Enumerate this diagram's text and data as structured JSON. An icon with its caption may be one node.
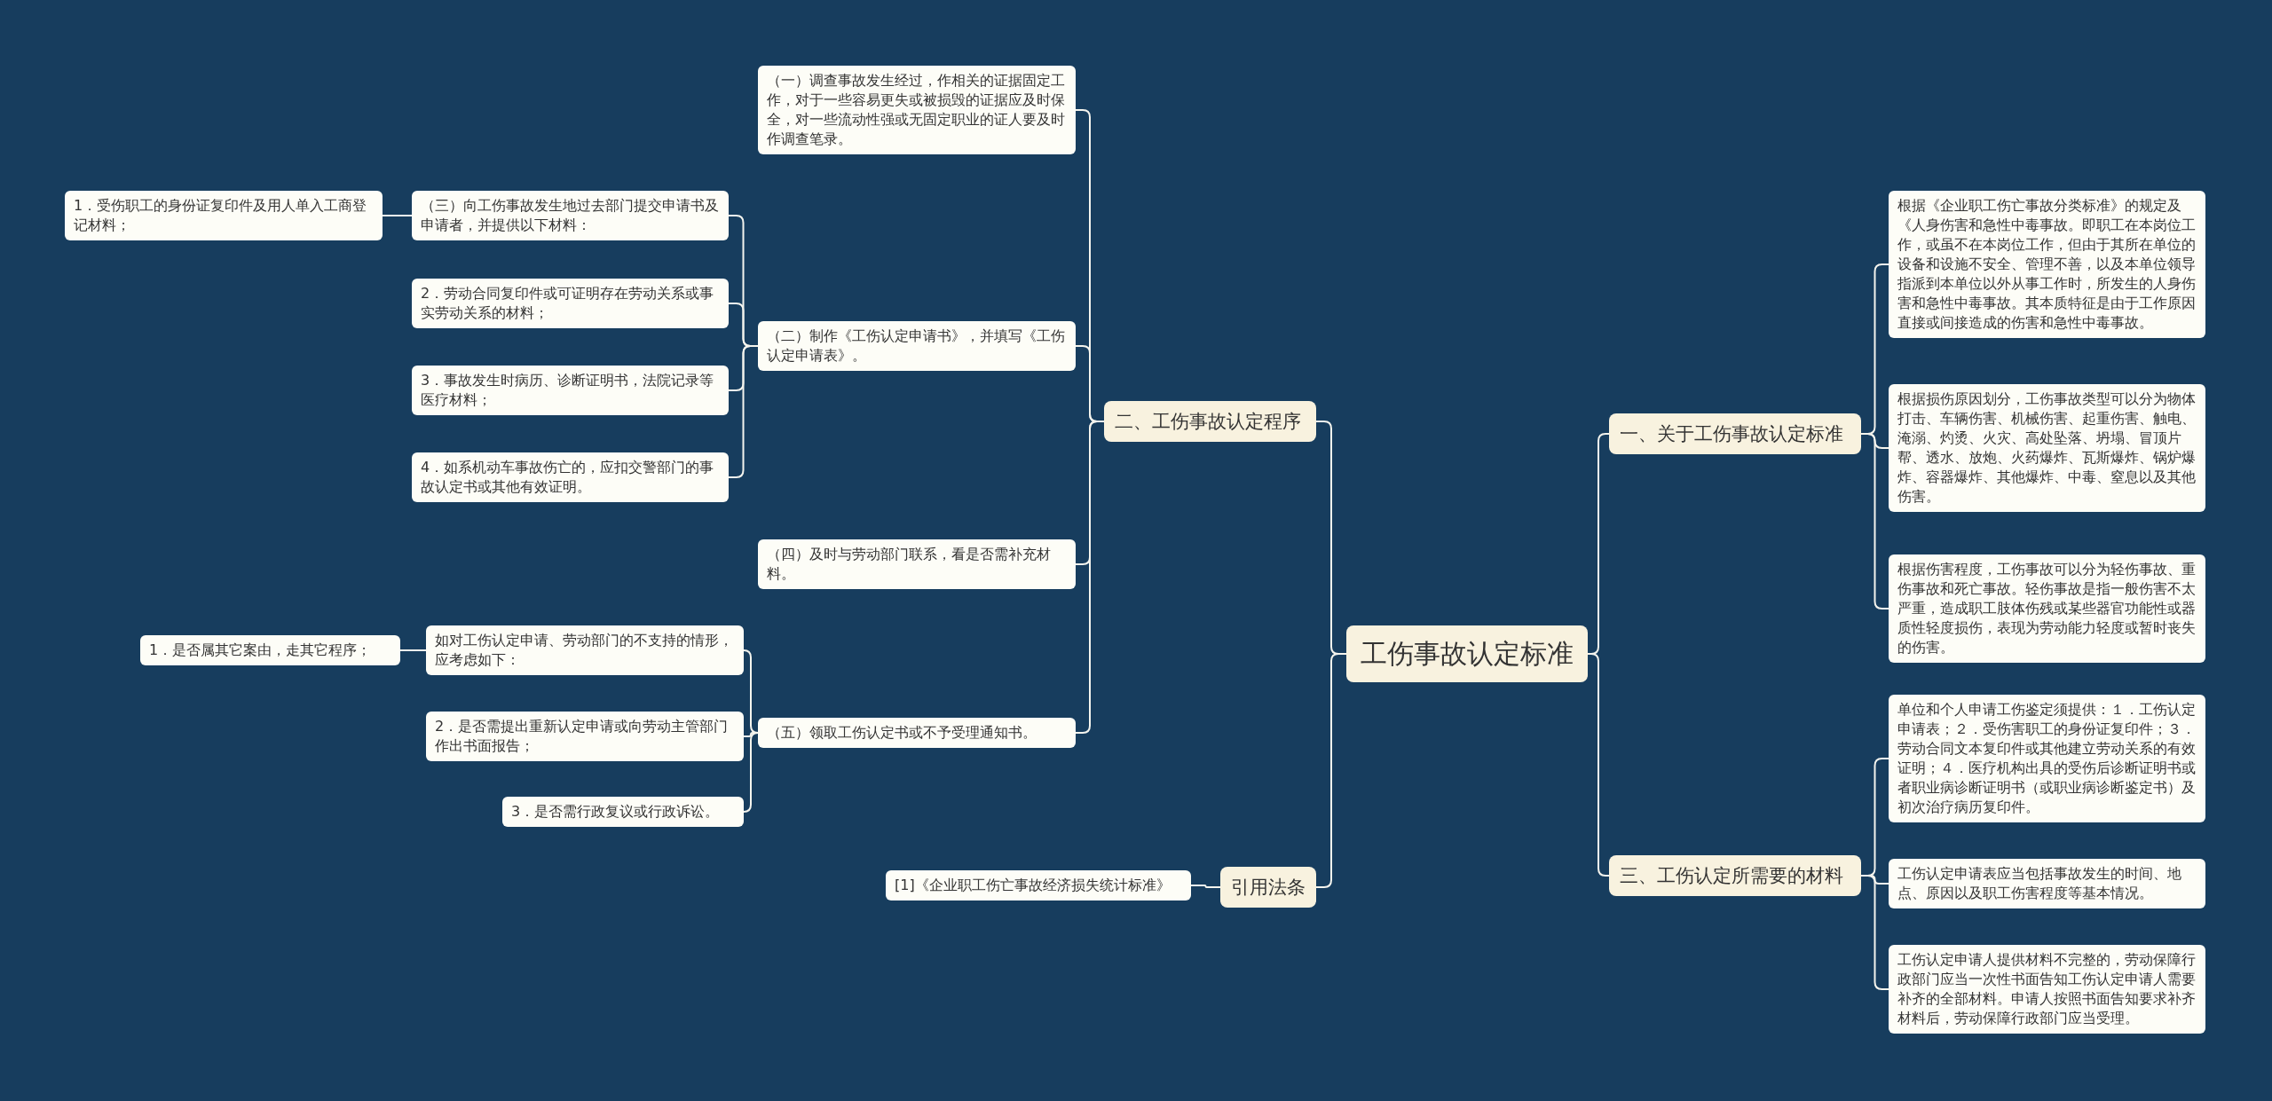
{
  "diagram": {
    "nodes": [
      {
        "text": [
          "工伤事故认定标准"
        ]
      },
      {
        "text": [
          "二、工伤事故认定程序"
        ]
      },
      {
        "text": [
          "（一）调查事故发生经过，作相关的证据固定工作，对于一些容易更失或被损毁的证据应及时保全，对一些流动性强或无固定职业的证人要及时作调查笔录。"
        ]
      },
      {
        "text": [
          "（二）制作《工伤认定申请书》，并填写《工伤认定申请表》。"
        ]
      },
      {
        "text": [
          "（三）向工伤事故发生地过去部门提交申请书及申请者，并提供以下材料："
        ]
      },
      {
        "text": [
          "1．受伤职工的身份证复印件及用人单入工商登记材料；"
        ]
      },
      {
        "text": [
          "2．劳动合同复印件或可证明存在劳动关系或事实劳动关系的材料；"
        ]
      },
      {
        "text": [
          "3．事故发生时病历、诊断证明书，法院记录等医疗材料；"
        ]
      },
      {
        "text": [
          "4．如系机动车事故伤亡的，应扣交警部门的事故认定书或其他有效证明。"
        ]
      },
      {
        "text": [
          "（四）及时与劳动部门联系，看是否需补充材料。"
        ]
      },
      {
        "text": [
          "（五）领取工伤认定书或不予受理通知书。"
        ]
      },
      {
        "text": [
          "如对工伤认定申请、劳动部门的不支持的情形，应考虑如下："
        ]
      },
      {
        "text": [
          "1．是否属其它案由，走其它程序；"
        ]
      },
      {
        "text": [
          "2．是否需提出重新认定申请或向劳动主管部门作出书面报告；"
        ]
      },
      {
        "text": [
          "3．是否需行政复议或行政诉讼。"
        ]
      },
      {
        "text": [
          "引用法条"
        ]
      },
      {
        "text": [
          "[1]《企业职工伤亡事故经济损失统计标准》"
        ]
      },
      {
        "text": [
          "一、关于工伤事故认定标准"
        ]
      },
      {
        "text": [
          "根据《企业职工伤亡事故分类标准》的规定及《人身伤害和急性中毒事故。即职工在本岗位工作，或虽不在本岗位工作，但由于其所在单位的设备和设施不安全、管理不善，以及本单位领导指派到本单位以外从事工作时，所发生的人身伤害和急性中毒事故。其本质特征是由于工作原因直接或间接造成的伤害和急性中毒事故。"
        ]
      },
      {
        "text": [
          "根据损伤原因划分，工伤事故类型可以分为物体打击、车辆伤害、机械伤害、起重伤害、触电、淹溺、灼烫、火灾、高处坠落、坍塌、冒顶片帮、透水、放炮、火药爆炸、瓦斯爆炸、锅炉爆炸、容器爆炸、其他爆炸、中毒、窒息以及其他伤害。"
        ]
      },
      {
        "text": [
          "根据伤害程度，工伤事故可以分为轻伤事故、重伤事故和死亡事故。轻伤事故是指一般伤害不太严重，造成职工肢体伤残或某些器官功能性或器质性轻度损伤，表现为劳动能力轻度或暂时丧失的伤害。"
        ]
      },
      {
        "text": [
          "三、工伤认定所需要的材料"
        ]
      },
      {
        "text": [
          "单位和个人申请工伤鉴定须提供：１．工伤认定申请表；２．受伤害职工的身份证复印件；３．劳动合同文本复印件或其他建立劳动关系的有效证明；４．医疗机构出具的受伤后诊断证明书或者职业病诊断证明书（或职业病诊断鉴定书）及初次治疗病历复印件。"
        ]
      },
      {
        "text": [
          "工伤认定申请表应当包括事故发生的时间、地点、原因以及职工伤害程度等基本情况。"
        ]
      },
      {
        "text": [
          "工伤认定申请人提供材料不完整的，劳动保障行政部门应当一次性书面告知工伤认定申请人需要补齐的全部材料。申请人按照书面告知要求补齐材料后，劳动保障行政部门应当受理。"
        ]
      }
    ],
    "edges": [
      {
        "from": 0,
        "to": 1,
        "arrow": "none"
      },
      {
        "from": 1,
        "to": 2,
        "arrow": "none"
      },
      {
        "from": 1,
        "to": 3,
        "arrow": "none"
      },
      {
        "from": 3,
        "to": 4,
        "arrow": "none"
      },
      {
        "from": 4,
        "to": 5,
        "arrow": "none"
      },
      {
        "from": 3,
        "to": 6,
        "arrow": "none"
      },
      {
        "from": 3,
        "to": 7,
        "arrow": "none"
      },
      {
        "from": 3,
        "to": 8,
        "arrow": "none"
      },
      {
        "from": 1,
        "to": 9,
        "arrow": "none"
      },
      {
        "from": 1,
        "to": 10,
        "arrow": "none"
      },
      {
        "from": 10,
        "to": 11,
        "arrow": "none"
      },
      {
        "from": 11,
        "to": 12,
        "arrow": "none"
      },
      {
        "from": 10,
        "to": 13,
        "arrow": "none"
      },
      {
        "from": 10,
        "to": 14,
        "arrow": "none"
      },
      {
        "from": 0,
        "to": 15,
        "arrow": "none"
      },
      {
        "from": 15,
        "to": 16,
        "arrow": "none"
      },
      {
        "from": 0,
        "to": 17,
        "arrow": "none"
      },
      {
        "from": 17,
        "to": 18,
        "arrow": "none"
      },
      {
        "from": 17,
        "to": 19,
        "arrow": "none"
      },
      {
        "from": 17,
        "to": 20,
        "arrow": "none"
      },
      {
        "from": 0,
        "to": 21,
        "arrow": "none"
      },
      {
        "from": 21,
        "to": 22,
        "arrow": "none"
      },
      {
        "from": 21,
        "to": 23,
        "arrow": "none"
      },
      {
        "from": 21,
        "to": 24,
        "arrow": "none"
      }
    ]
  }
}
